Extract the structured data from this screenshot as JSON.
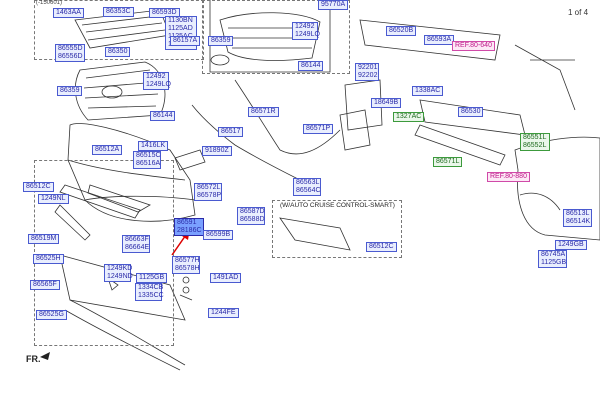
{
  "page_indicator": "1 of 4",
  "orientation_label": "FR.",
  "top_left_date": "(-150601)",
  "section_note": "(W/AUTO CRUISE CONTROL-SMART)",
  "labels": {
    "l1463AA": "1463AA",
    "l86353C": "86353C",
    "l86593D": "86593D",
    "l1130": "1130BN\n1125AD\n1125AC\n1130LA",
    "l86157A": "86157A",
    "l86555D": "86555D\n86556D",
    "l86350": "86350",
    "l86359_l": "86359",
    "l86359_m": "86359",
    "l12492_l": "12492\n1249LQ",
    "l86144_l": "86144",
    "l95770A": "95770A",
    "l12492_m": "12492\n1249LQ",
    "l86144_m": "86144",
    "l86520B": "86520B",
    "l86593A": "86593A",
    "ref80640": "REF.80-640",
    "l92201": "92201\n92202",
    "l18649B": "18649B",
    "l1338AC": "1338AC",
    "l86530": "86530",
    "l1327AC": "1327AC",
    "l86571R": "86571R",
    "l86517": "86517",
    "l86571P": "86571P",
    "l86551": "86551L\n86552L",
    "l1416LK": "1416LK",
    "l91890Z": "91890Z",
    "l86512A": "86512A",
    "l86515": "86515C\n86516A",
    "l86571L": "86571L",
    "ref80880": "REF.80-880",
    "l86563": "86563L\n86564C",
    "l86512C_l": "86512C",
    "l1249NL": "1249NL",
    "l86572": "86572L\n86578P",
    "l86587": "86587D\n86588D",
    "l86513": "86513L\n86514K",
    "l86519M": "86519M",
    "sel_part": "86591\n28186C",
    "l86663": "86663F\n86664E",
    "l86599B": "86599B",
    "l86512C_r": "86512C",
    "l1249GB": "1249GB",
    "l86525": "86525H",
    "l86577": "86577H\n86578H",
    "l1249": "1249KD\n1249ND",
    "l1125GB": "1125GB",
    "l1491AD": "1491AD",
    "l86565F": "86565F",
    "l1334": "1334CB\n1335CC",
    "l86525G": "86525G",
    "l1244FE": "1244FE",
    "l86745": "86745A\n1125GB"
  }
}
